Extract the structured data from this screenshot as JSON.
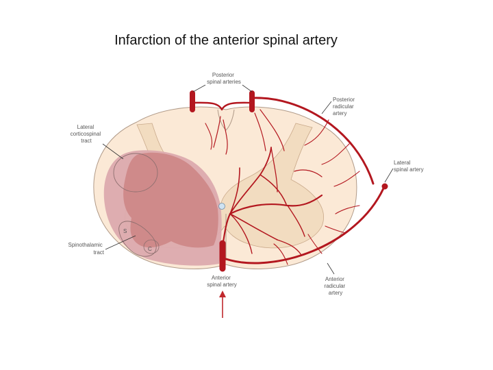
{
  "slide": {
    "title": "Infarction of the anterior spinal artery"
  },
  "diagram": {
    "labels": {
      "posterior_spinal_arteries": [
        "Posterior",
        "spinal arteries"
      ],
      "posterior_radicular_artery": [
        "Posterior",
        "radicular",
        "artery"
      ],
      "lateral_corticospinal_tract": [
        "Lateral",
        "corticospinal",
        "tract"
      ],
      "lateral_spinal_artery": [
        "Lateral",
        "spinal artery"
      ],
      "spinothalamic_tract": [
        "Spinothalamic",
        "tract"
      ],
      "anterior_spinal_artery": [
        "Anterior",
        "spinal artery"
      ],
      "anterior_radicular_artery": [
        "Anterior",
        "radicular",
        "artery"
      ],
      "marker_s": "S",
      "marker_c": "C"
    },
    "colors": {
      "white_matter": "#fbe9d6",
      "gray_matter": "#f2dcc0",
      "infarct_light": "#dcaaae",
      "infarct_dark": "#cf8a8a",
      "artery": "#b3171f",
      "pointer_arrow": "#c0282d"
    }
  }
}
